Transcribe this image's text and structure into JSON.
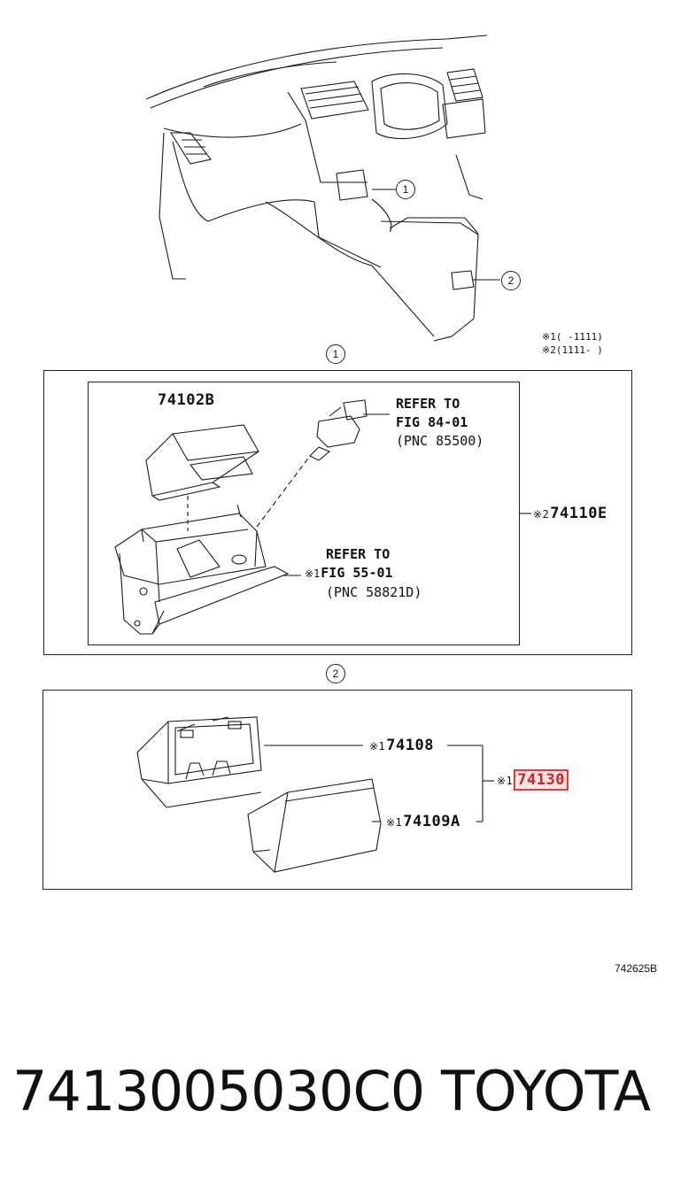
{
  "overview": {
    "callout_1": "1",
    "callout_2": "2",
    "notes": [
      "※1(     -1111)",
      "※2(1111-     )"
    ]
  },
  "section_1": {
    "callout": "1",
    "part_top": "74102B",
    "refer_a": {
      "line1": "REFER TO",
      "line2": "FIG 84-01",
      "line3": "(PNC 85500)"
    },
    "refer_b": {
      "mark": "※1",
      "line1": "REFER TO",
      "line2": "FIG 55-01",
      "line3": "(PNC 58821D)"
    },
    "assembly": {
      "mark": "※2",
      "code": "74110E"
    }
  },
  "section_2": {
    "callout": "2",
    "part_a": {
      "mark": "※1",
      "code": "74108"
    },
    "part_b": {
      "mark": "※1",
      "code": "74109A"
    },
    "assembly": {
      "mark": "※1",
      "code": "74130"
    }
  },
  "diagram_id": "742625B",
  "footer": {
    "part_number": "7413005030C0",
    "brand": "TOYOTA"
  },
  "colors": {
    "highlight_border": "#e53935",
    "highlight_fill": "#fbe3e3",
    "line": "#1a1a1a"
  }
}
